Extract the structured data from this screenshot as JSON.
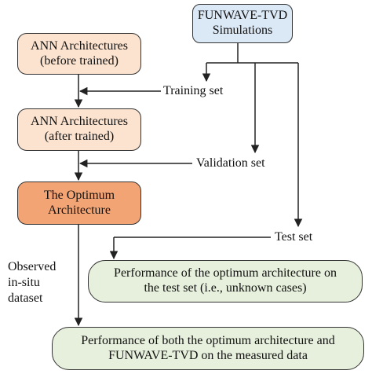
{
  "nodes": {
    "funwave_sim": [
      "FUNWAVE-TVD",
      "Simulations"
    ],
    "ann_before": [
      "ANN Architectures",
      "(before trained)"
    ],
    "ann_after": [
      "ANN Architectures",
      "(after trained)"
    ],
    "optimum": [
      "The Optimum",
      "Architecture"
    ],
    "perf_test": [
      "Performance of the optimum architecture on",
      "the test set (i.e., unknown cases)"
    ],
    "perf_measured": [
      "Performance of both the optimum architecture and",
      "FUNWAVE-TVD on the measured data"
    ]
  },
  "labels": {
    "training": "Training set",
    "validation": "Validation set",
    "test": "Test set",
    "observed": [
      "Observed",
      "in-situ",
      "dataset"
    ]
  },
  "colors": {
    "peach": "#fbe3d0",
    "orange": "#f3a474",
    "blue": "#dbe8f6",
    "green": "#e7f0dc"
  }
}
